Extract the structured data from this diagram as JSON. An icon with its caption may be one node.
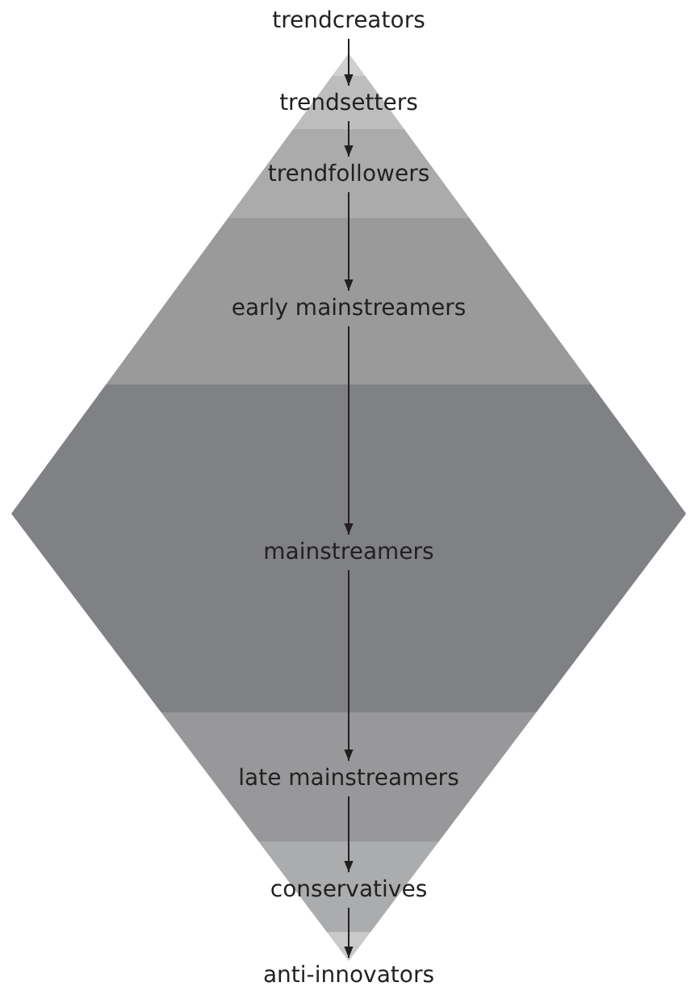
{
  "diagram": {
    "nodes": [
      {
        "text": [
          "trendcreators"
        ]
      },
      {
        "text": [
          "trendsetters"
        ]
      },
      {
        "text": [
          "trendfollowers"
        ]
      },
      {
        "text": [
          "early mainstreamers"
        ]
      },
      {
        "text": [
          "mainstreamers"
        ]
      },
      {
        "text": [
          "late mainstreamers"
        ]
      },
      {
        "text": [
          "conservatives"
        ]
      },
      {
        "text": [
          "anti-innovators"
        ]
      }
    ],
    "edges": [
      {
        "from": 0,
        "to": 1,
        "arrow": "to"
      },
      {
        "from": 1,
        "to": 2,
        "arrow": "to"
      },
      {
        "from": 2,
        "to": 3,
        "arrow": "to"
      },
      {
        "from": 3,
        "to": 4,
        "arrow": "to"
      },
      {
        "from": 4,
        "to": 5,
        "arrow": "to"
      },
      {
        "from": 5,
        "to": 6,
        "arrow": "to"
      },
      {
        "from": 6,
        "to": 7,
        "arrow": "to"
      }
    ]
  }
}
